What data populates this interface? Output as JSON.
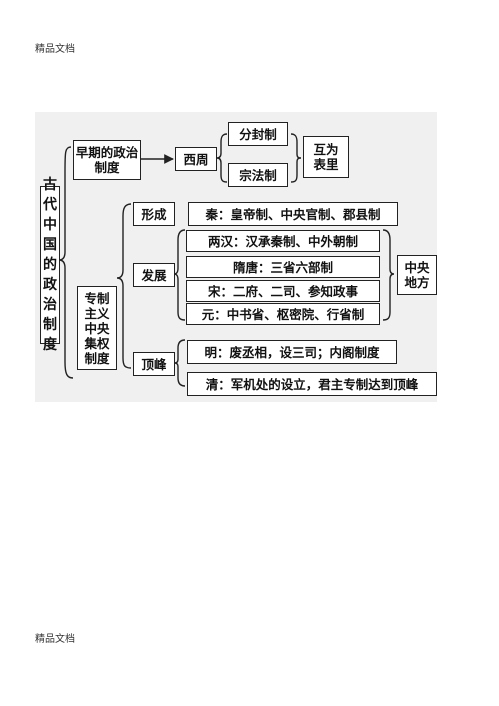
{
  "header": {
    "top_text": "精品文档",
    "bottom_text": "精品文档"
  },
  "diagram": {
    "root": "古代中国的政治制度",
    "early": {
      "label": "早期的政治制度",
      "period": "西周",
      "systems": [
        "分封制",
        "宗法制"
      ],
      "relation": "互为表里"
    },
    "autocracy": {
      "label": "专制主义中央集权制度",
      "stages": {
        "formation": {
          "label": "形成",
          "content": "秦：皇帝制、中央官制、郡县制"
        },
        "development": {
          "label": "发展",
          "items": [
            "两汉：汉承秦制、中外朝制",
            "隋唐：三省六部制",
            "宋：二府、二司、参知政事",
            "元：中书省、枢密院、行省制"
          ],
          "group_label": "中央地方"
        },
        "peak": {
          "label": "顶峰",
          "items": [
            "明：废丞相，设三司；内阁制度",
            "清：军机处的设立，君主专制达到顶峰"
          ]
        }
      }
    }
  }
}
